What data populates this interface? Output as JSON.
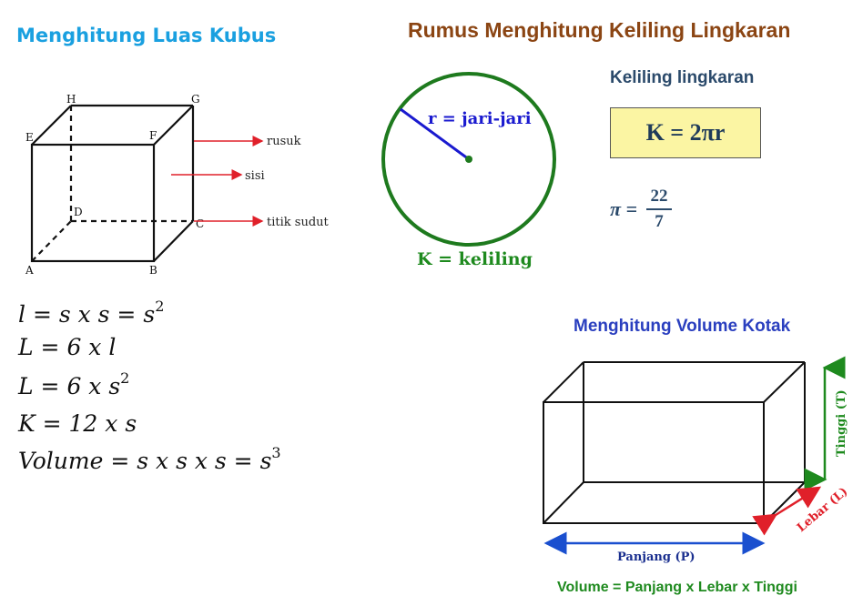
{
  "cube_section": {
    "title": "Menghitung Luas Kubus",
    "vertices": {
      "A": "A",
      "B": "B",
      "C": "C",
      "D": "D",
      "E": "E",
      "F": "F",
      "G": "G",
      "H": "H"
    },
    "annotations": {
      "rusuk": "rusuk",
      "sisi": "sisi",
      "titik_sudut": "titik sudut"
    },
    "formulas": {
      "f1": "l = s x s = ",
      "f1_sup": "2",
      "f1_base": "s",
      "f2": "L = 6 x l",
      "f3": "L = 6 x s",
      "f3_sup": "2",
      "f4": "K = 12 x s",
      "f5": "Volume = s x s x s = s",
      "f5_sup": "3"
    }
  },
  "circle_section": {
    "title": "Rumus Menghitung Keliling Lingkaran",
    "radius_label": "r = jari-jari",
    "circumference_label": "K = keliling",
    "keliling_heading": "Keliling lingkaran",
    "formula": "K = 2πr",
    "pi_symbol": "π =",
    "pi_numerator": "22",
    "pi_denominator": "7"
  },
  "box_section": {
    "title": "Menghitung Volume Kotak",
    "height_label": "Tinggi (T)",
    "width_label": "Lebar (L)",
    "length_label": "Panjang (P)",
    "formula": "Volume = Panjang x Lebar x Tinggi"
  },
  "colors": {
    "cube_title": "#1aa0e0",
    "circle_title": "#8b4513",
    "circle_stroke": "#1e7a1e",
    "radius_line": "#1a1acf",
    "formula_box_bg": "#fbf5a3",
    "box_title": "#2a3fbf",
    "height_arrow": "#1e8a1e",
    "width_arrow": "#e0202a",
    "length_arrow": "#1a4fcf",
    "annotation_arrow": "#e0202a"
  }
}
